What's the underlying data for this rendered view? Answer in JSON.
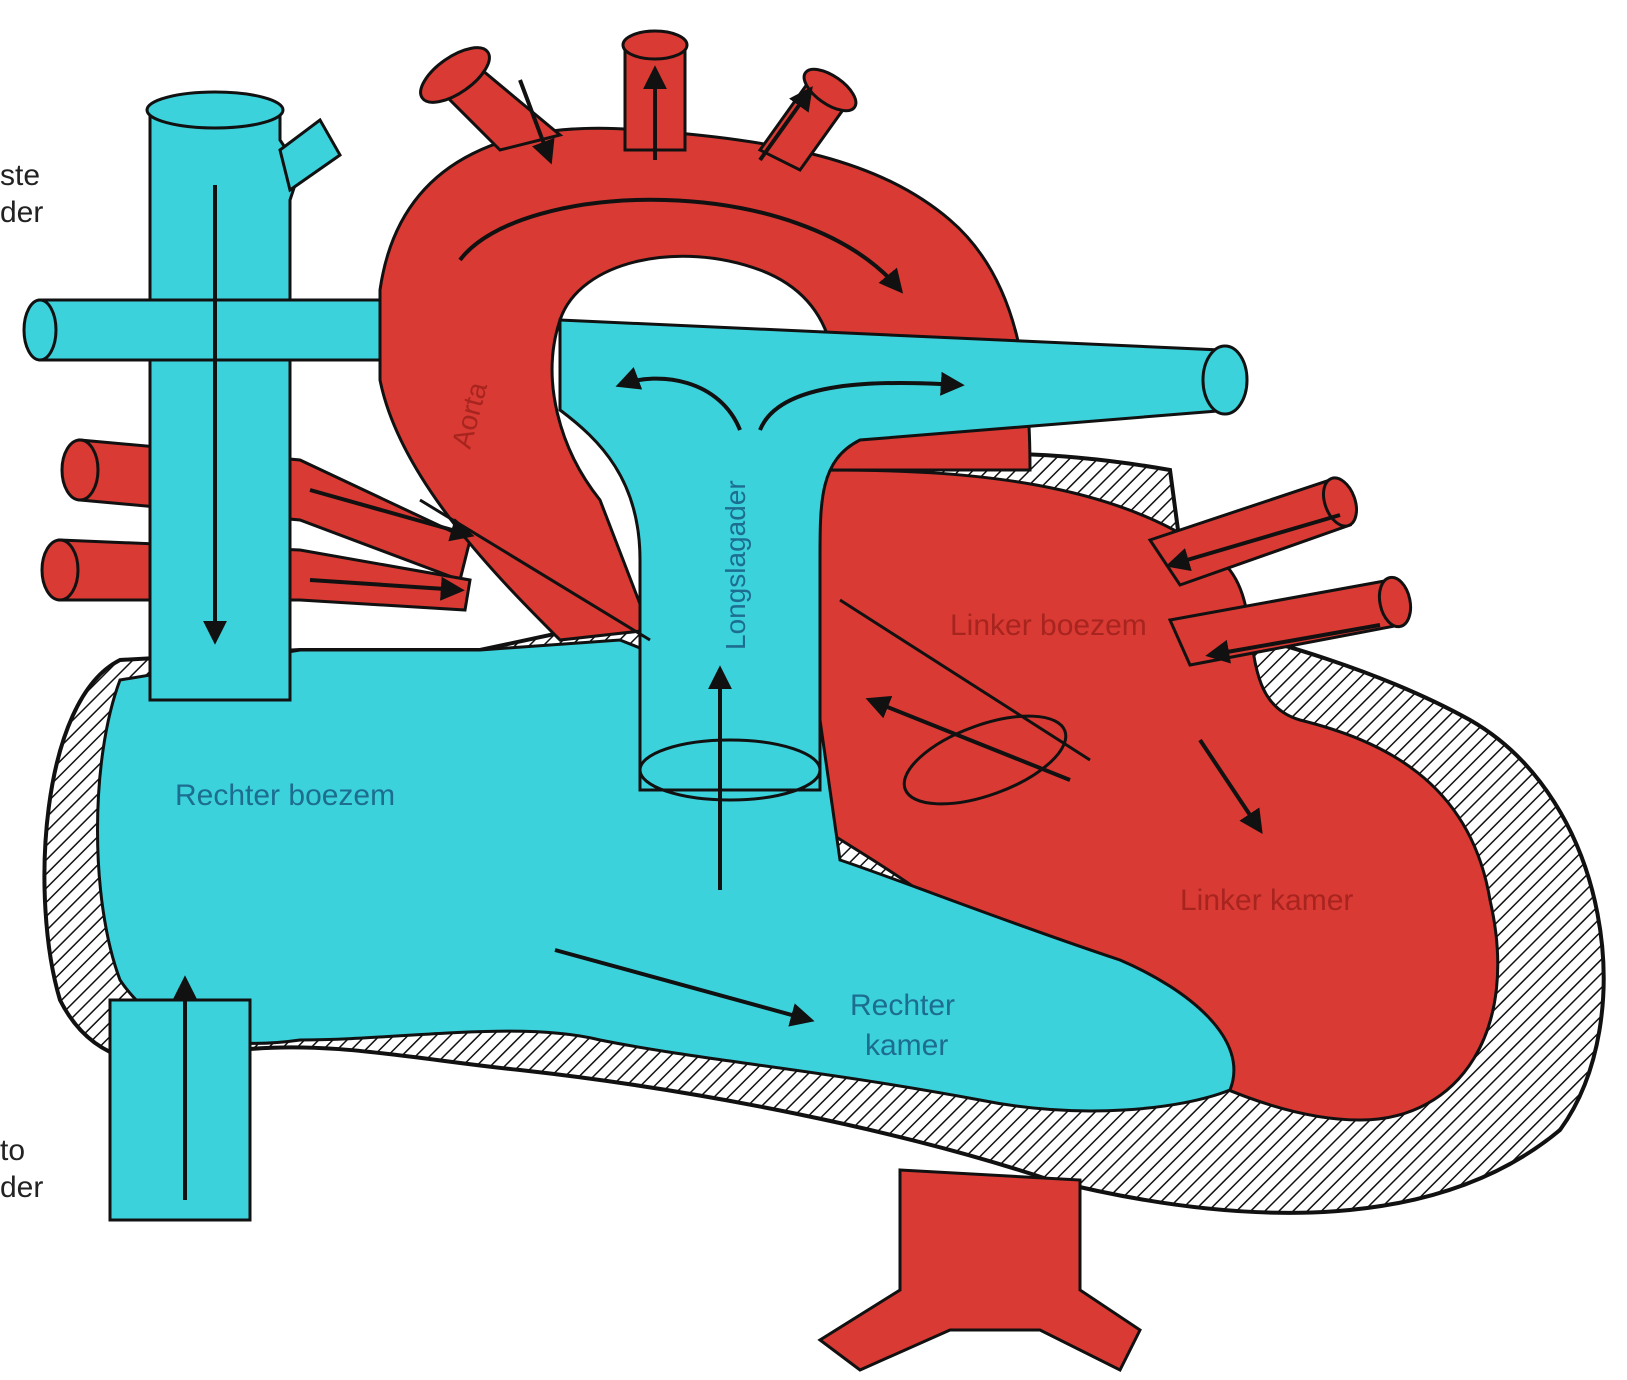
{
  "colors": {
    "vein": "#3cd2dc",
    "artery": "#d93a33",
    "outline": "#111111",
    "label_blue": "#1c6d90",
    "label_red": "#a8241f",
    "label_black": "#222222",
    "background": "#ffffff"
  },
  "labels": {
    "sup_vena_line1": "ste",
    "sup_vena_line2": "der",
    "inf_vena_line1": "to",
    "inf_vena_line2": "der",
    "aorta": "Aorta",
    "pulmonary_artery": "Longslagader",
    "left_atrium": "Linker boezem",
    "right_atrium": "Rechter boezem",
    "left_ventricle": "Linker kamer",
    "right_ventricle_line1": "Rechter",
    "right_ventricle_line2": "kamer"
  }
}
